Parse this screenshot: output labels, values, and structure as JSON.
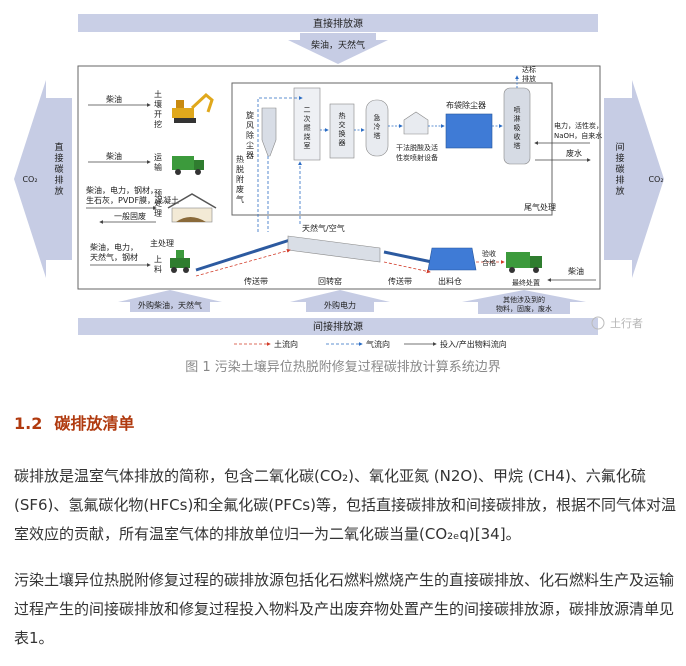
{
  "figure": {
    "top_band": "直接排放源",
    "bottom_band": "间接排放源",
    "top_input": "柴油，天然气",
    "left_side": "直接碳排放",
    "right_side": "间接碳排放",
    "co2_left": "CO₂",
    "co2_right": "CO₂",
    "left_inputs": {
      "diesel1": "柴油",
      "diesel2": "柴油",
      "materials": "柴油，电力，钢材，生石灰，PVDF膜，混凝土",
      "waste": "一般固废",
      "energy": "柴油，电力，天然气，钢材"
    },
    "stages": {
      "excavate": "土壤开挖",
      "transport": "运输",
      "pretreat": "预处理",
      "feed": "上料",
      "main": "主处理"
    },
    "equipment": {
      "cyclone": "旋风除尘器",
      "exhaust": "热脱附废气",
      "secondary": "二次燃烧室",
      "heat_ex": "热交换器",
      "quench": "急冷塔",
      "dry": "干法脱酸及活性炭喷射设备",
      "bag": "布袋除尘器",
      "absorb": "喷淋吸收塔",
      "emit": "达标排放",
      "tail": "尾气处理",
      "gas_in": "天然气/空气",
      "conv1": "传送带",
      "kiln": "回转窑",
      "conv2": "传送带",
      "outlet": "出料仓",
      "accept": "验收合格",
      "final": "最终处置",
      "diesel3": "柴油",
      "chem": "电力，活性炭，NaOH，自来水",
      "wastewater": "废水"
    },
    "bottom_arrows": {
      "left": "外购柴油，天然气",
      "middle": "外购电力",
      "right": "其他涉及到的物料，固废，废水"
    },
    "legend": {
      "soil": "土流向",
      "gas": "气流向",
      "input": "投入/产出物料流向"
    },
    "watermark": "土行者"
  },
  "caption": "图 1  污染土壤异位热脱附修复过程碳排放计算系统边界",
  "section": {
    "number": "1.2",
    "title": "碳排放清单"
  },
  "para1": "碳排放是温室气体排放的简称，包含二氧化碳(CO₂)、氧化亚氮 (N2O)、甲烷 (CH4)、六氟化硫(SF6)、氢氟碳化物(HFCs)和全氟化碳(PFCs)等，包括直接碳排放和间接碳排放，根据不同气体对温室效应的贡献，所有温室气体的排放单位归一为二氧化碳当量(CO₂ₑq)[34]。",
  "para2": "污染土壤异位热脱附修复过程的碳排放源包括化石燃料燃烧产生的直接碳排放、化石燃料生产及运输过程产生的间接碳排放和修复过程投入物料及产出废弃物处置产生的间接碳排放源，碳排放源清单见表1。",
  "colors": {
    "band": "#c9cfe6",
    "arrow": "#c6cce4",
    "heading": "#b03a0f",
    "soil_line": "#d23c2a",
    "gas_line": "#2b6cc4"
  }
}
